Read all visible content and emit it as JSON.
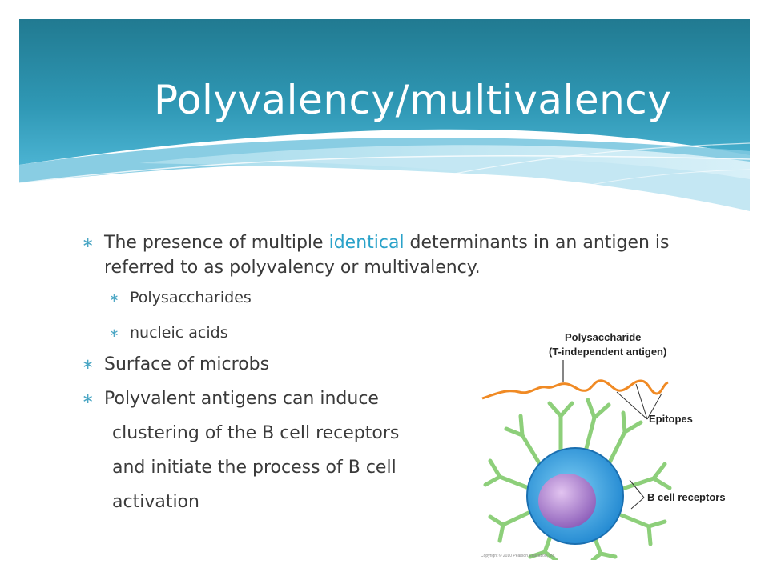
{
  "slide": {
    "title": "Polyvalency/multivalency",
    "bullet_glyph": "∗",
    "bullet1": {
      "before": "The presence of multiple ",
      "highlight": "identical",
      "after": " determinants in an antigen is referred to as polyvalency or multivalency."
    },
    "sub_items": [
      "Polysaccharides",
      "nucleic acids"
    ],
    "bullet2": "Surface of microbs",
    "bullet3": "Polyvalent antigens can induce",
    "bullet3_cont": [
      "clustering of the B cell receptors",
      "and initiate the process of B cell",
      "activation"
    ]
  },
  "figure": {
    "label_title_line1": "Polysaccharide",
    "label_title_line2": "(T-independent antigen)",
    "label_epitopes": "Epitopes",
    "label_receptors": "B cell receptors",
    "copyright": "Copyright © 2010 Pearson Education, Inc."
  },
  "colors": {
    "header_dark": "#217a91",
    "header_light": "#5fc2df",
    "highlight": "#2aa2c9",
    "polysaccharide": "#f08a24",
    "receptor": "#8dcf7a",
    "cell": "#2b9be0",
    "nucleus": "#9a6fc4"
  }
}
